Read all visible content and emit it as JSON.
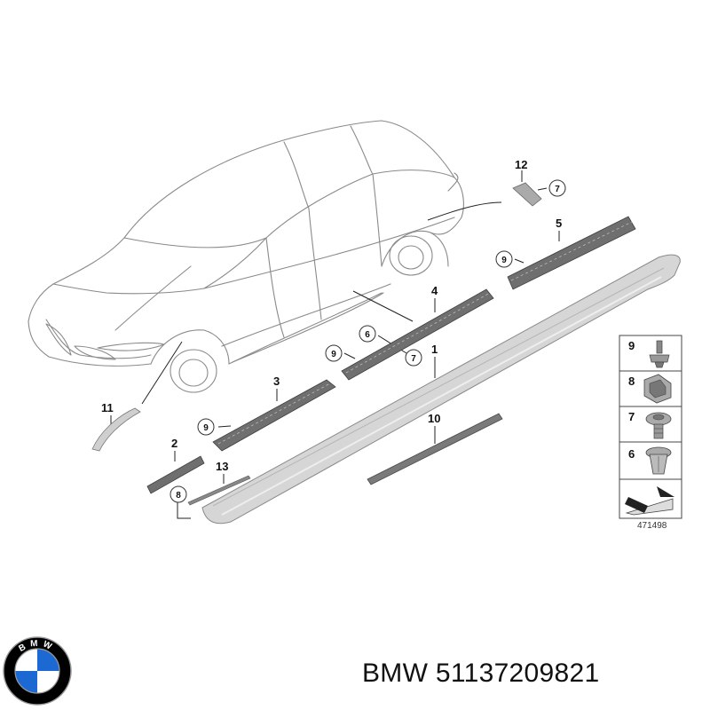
{
  "diagram": {
    "labels": [
      "1",
      "2",
      "3",
      "4",
      "5",
      "6",
      "7",
      "8",
      "9",
      "10",
      "11",
      "12",
      "13"
    ],
    "legend_items": [
      "9",
      "8",
      "7",
      "6"
    ],
    "drawing_code": "471498"
  },
  "logo": {
    "text": "BMW",
    "colors": {
      "blue": "#1c69d4",
      "ring": "#000000",
      "white": "#ffffff"
    }
  },
  "caption": {
    "brand": "BMW",
    "part_number": "51137209821"
  }
}
